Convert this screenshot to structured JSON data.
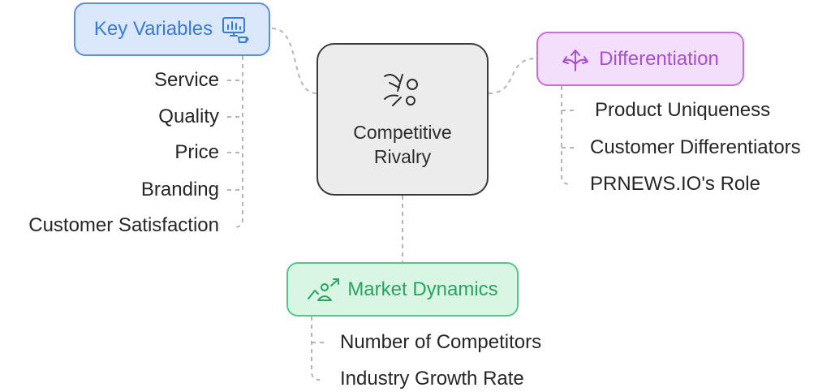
{
  "center": {
    "line1": "Competitive",
    "line2": "Rivalry",
    "icon": "collision-icon"
  },
  "key_variables": {
    "title": "Key Variables",
    "icon": "monitor-chart-icon",
    "items": [
      "Service",
      "Quality",
      "Price",
      "Branding",
      "Customer Satisfaction"
    ]
  },
  "differentiation": {
    "title": "Differentiation",
    "icon": "diverging-arrows-icon",
    "items": [
      "Product Uniqueness",
      "Customer Differentiators",
      "PRNEWS.IO's Role"
    ]
  },
  "market_dynamics": {
    "title": "Market Dynamics",
    "icon": "growth-person-icon",
    "items": [
      "Number of Competitors",
      "Industry Growth Rate"
    ]
  },
  "colors": {
    "blue_border": "#5b8def",
    "blue_fill": "#dbe7fb",
    "blue_text": "#3a7bd5",
    "purple_border": "#c86ce8",
    "purple_fill": "#f3dffb",
    "purple_text": "#a94ed1",
    "green_border": "#53c884",
    "green_fill": "#d9f5e4",
    "green_text": "#2aa35e",
    "center_fill": "#ececec",
    "center_border": "#3a3a3a",
    "connector": "#b5b5b5"
  }
}
